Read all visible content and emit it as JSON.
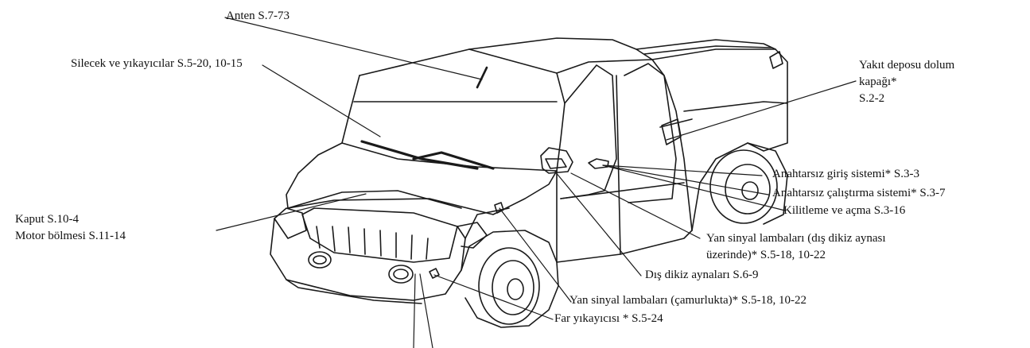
{
  "labels": {
    "anten": "Anten S.7-73",
    "silecek": "Silecek ve yıkayıcılar S.5-20, 10-15",
    "yakit_1": "Yakıt deposu dolum",
    "yakit_2": "kapağı*",
    "yakit_3": "S.2-2",
    "anahtarsiz_giris": "Anahtarsız giriş sistemi* S.3-3",
    "anahtarsiz_calistirma": "Anahtarsız çalıştırma sistemi* S.3-7",
    "kilitleme": "Kilitleme ve açma S.3-16",
    "kaput": "Kaput S.10-4",
    "motor": "Motor bölmesi S.11-14",
    "yan_sinyal_ayna_1": "Yan sinyal lambaları (dış dikiz aynası",
    "yan_sinyal_ayna_2": "üzerinde)* S.5-18, 10-22",
    "dis_dikiz": "Dış dikiz aynaları S.6-9",
    "yan_sinyal_camurluk": "Yan sinyal lambaları (çamurlukta)* S.5-18, 10-22",
    "far_yikayici": "Far yıkayıcısı * S.5-24"
  },
  "colors": {
    "line": "#1a1a1a",
    "background": "#ffffff"
  }
}
